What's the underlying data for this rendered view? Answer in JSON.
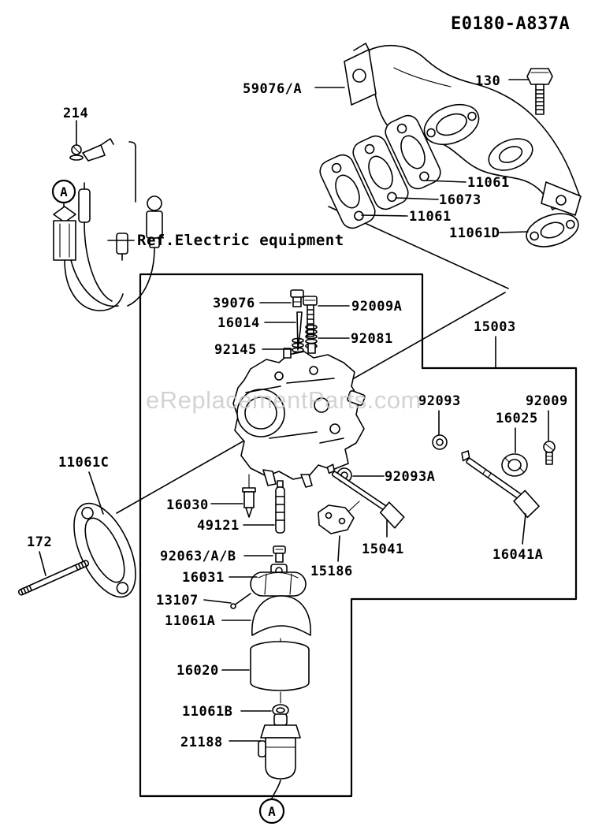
{
  "header": {
    "diagram_code": "E0180-A837A"
  },
  "watermark": {
    "text": "eReplacementParts.com",
    "color": "#c9c9c9"
  },
  "reference_note": {
    "text": "Ref.Electric equipment"
  },
  "markers": {
    "circle_a": "A"
  },
  "colors": {
    "line": "#000000",
    "background": "#ffffff"
  },
  "parts": [
    {
      "id": "214",
      "number": "214"
    },
    {
      "id": "59076-a",
      "number": "59076/A"
    },
    {
      "id": "130",
      "number": "130"
    },
    {
      "id": "11061-top",
      "number": "11061"
    },
    {
      "id": "16073",
      "number": "16073"
    },
    {
      "id": "11061-mid",
      "number": "11061"
    },
    {
      "id": "11061d",
      "number": "11061D"
    },
    {
      "id": "39076",
      "number": "39076"
    },
    {
      "id": "92009a",
      "number": "92009A"
    },
    {
      "id": "16014",
      "number": "16014"
    },
    {
      "id": "92081",
      "number": "92081"
    },
    {
      "id": "92145",
      "number": "92145"
    },
    {
      "id": "15003",
      "number": "15003"
    },
    {
      "id": "92093",
      "number": "92093"
    },
    {
      "id": "92009",
      "number": "92009"
    },
    {
      "id": "16025",
      "number": "16025"
    },
    {
      "id": "11061c",
      "number": "11061C"
    },
    {
      "id": "172",
      "number": "172"
    },
    {
      "id": "16030",
      "number": "16030"
    },
    {
      "id": "49121",
      "number": "49121"
    },
    {
      "id": "92063-a-b",
      "number": "92063/A/B"
    },
    {
      "id": "16031",
      "number": "16031"
    },
    {
      "id": "13107",
      "number": "13107"
    },
    {
      "id": "11061a",
      "number": "11061A"
    },
    {
      "id": "92093a",
      "number": "92093A"
    },
    {
      "id": "15041",
      "number": "15041"
    },
    {
      "id": "15186",
      "number": "15186"
    },
    {
      "id": "16041a",
      "number": "16041A"
    },
    {
      "id": "16020",
      "number": "16020"
    },
    {
      "id": "11061b",
      "number": "11061B"
    },
    {
      "id": "21188",
      "number": "21188"
    }
  ]
}
